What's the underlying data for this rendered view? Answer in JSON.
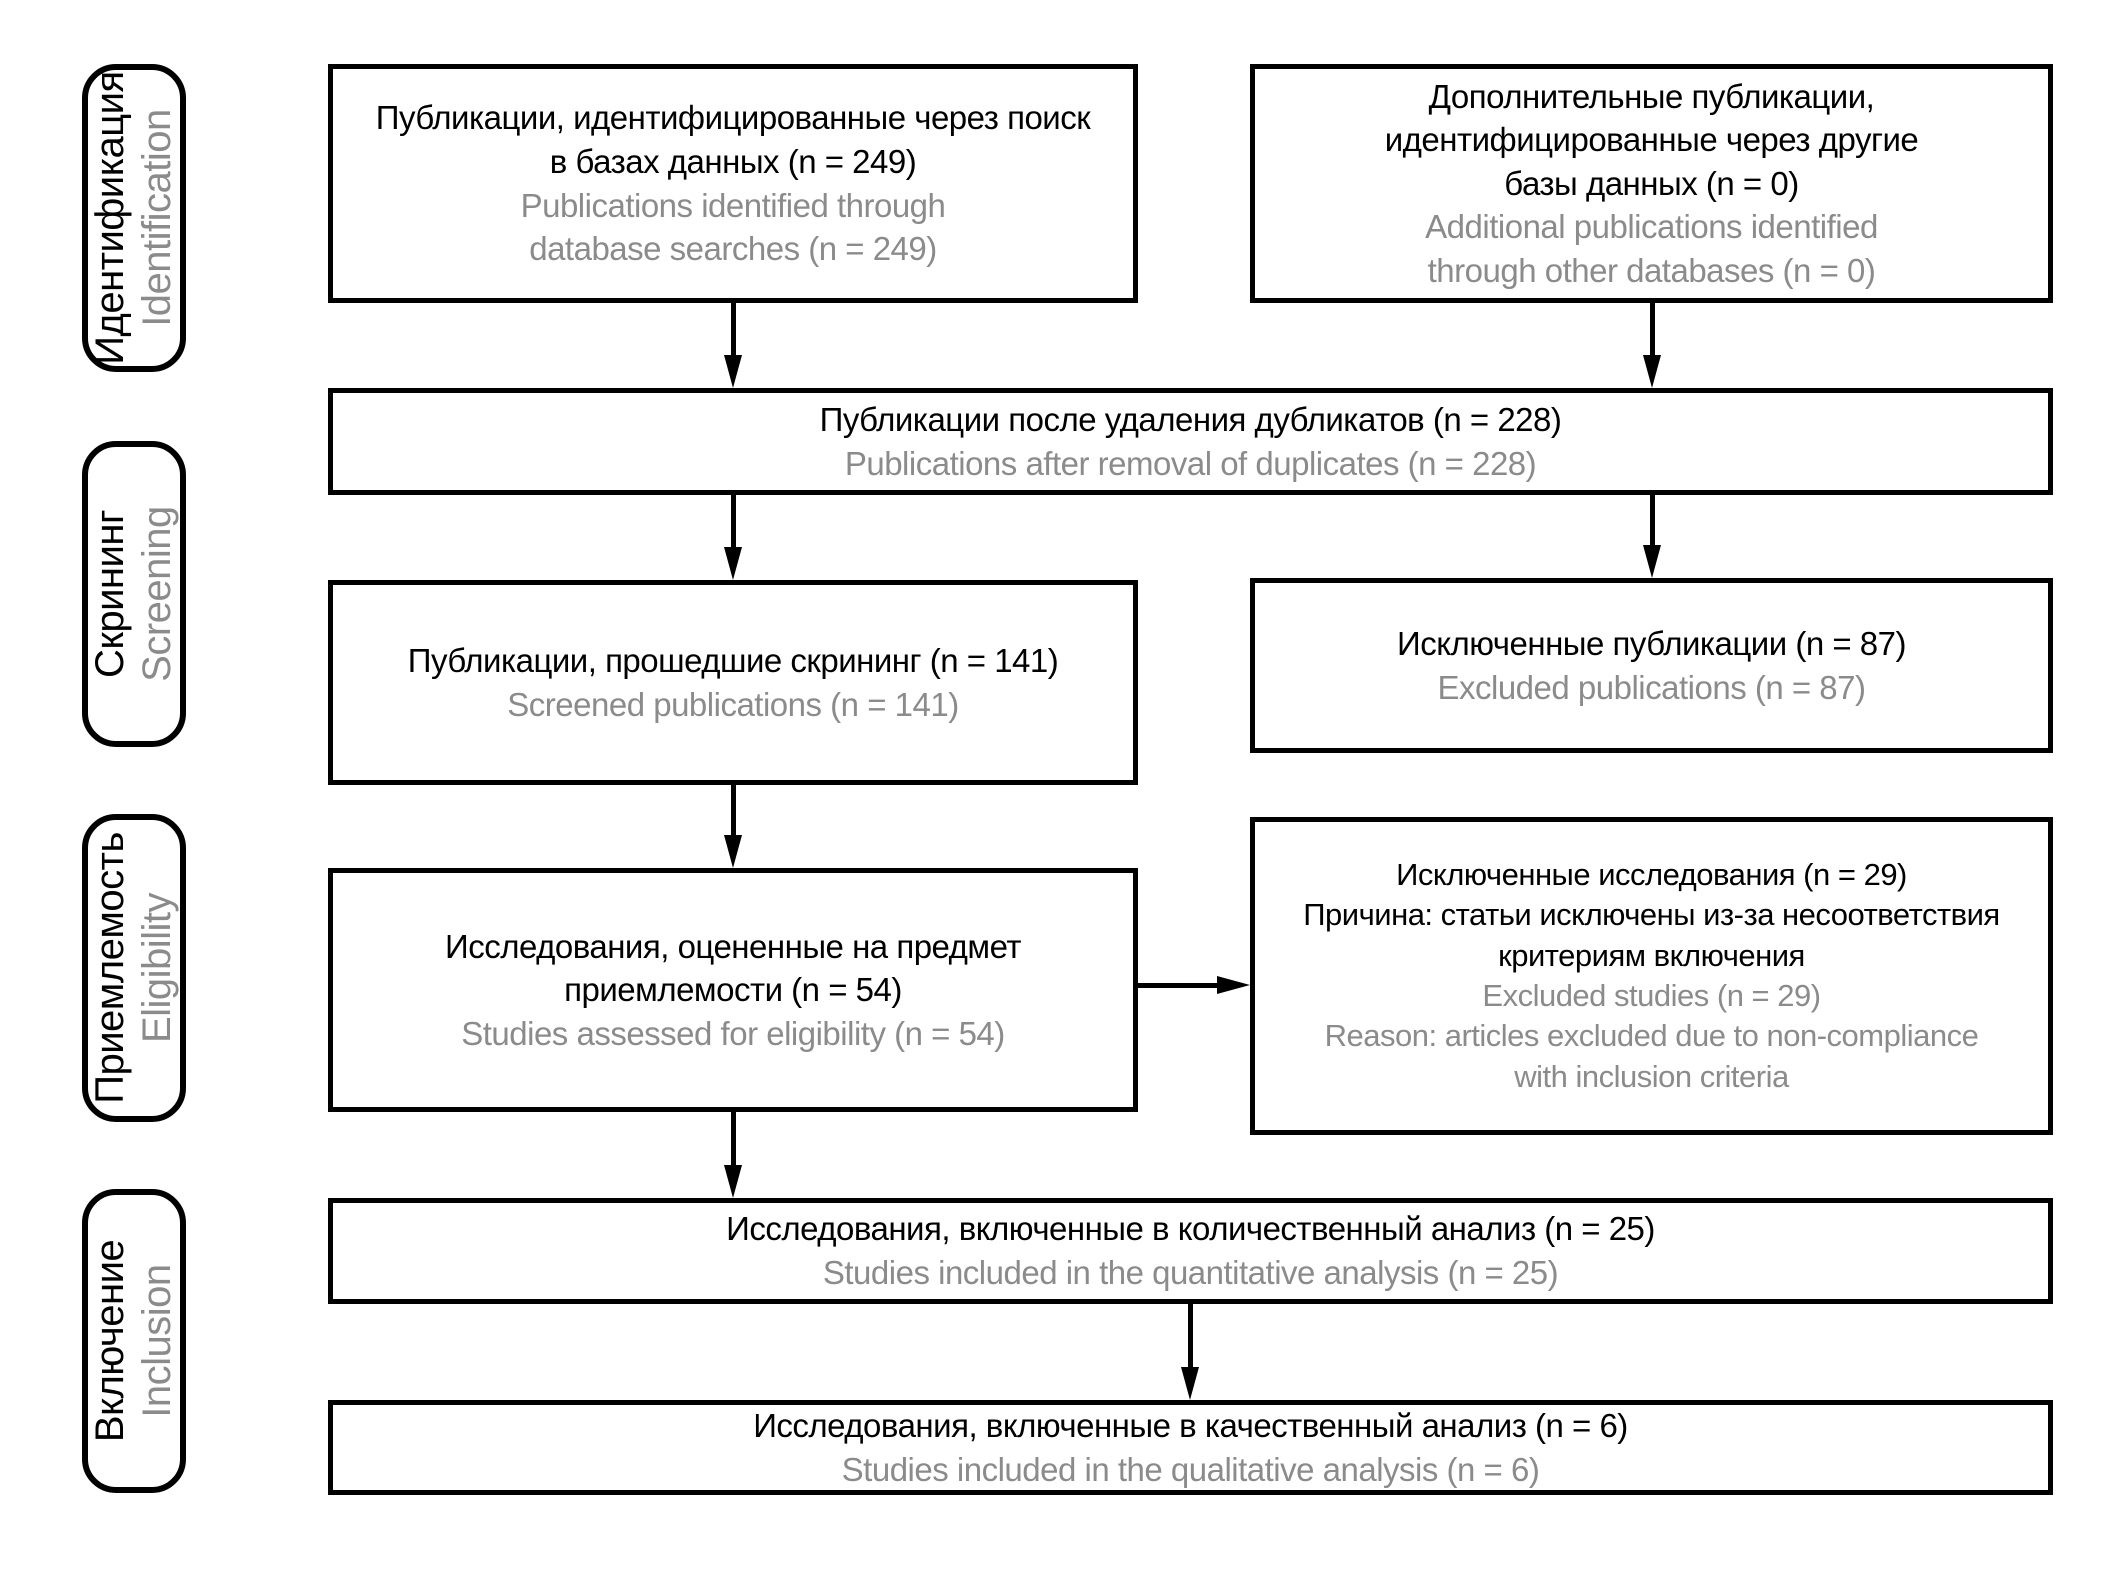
{
  "colors": {
    "background": "#ffffff",
    "text_primary": "#000000",
    "text_secondary": "#8b8b8b",
    "line": "#000000"
  },
  "stages": [
    {
      "ru": "Идентификация",
      "en": "Identification"
    },
    {
      "ru": "Скрининг",
      "en": "Screening"
    },
    {
      "ru": "Приемлемость",
      "en": "Eligibility"
    },
    {
      "ru": "Включение",
      "en": "Inclusion"
    }
  ],
  "boxes": {
    "identified_db": {
      "ru": "Публикации, идентифицированные через поиск\nв базах данных (n = 249)",
      "en": "Publications identified through\ndatabase searches (n = 249)"
    },
    "additional_db": {
      "ru": "Дополнительные публикации,\nидентифицированные через другие\nбазы данных (n = 0)",
      "en": "Additional publications identified\nthrough other databases (n = 0)"
    },
    "after_duplicates": {
      "ru": "Публикации после удаления дубликатов (n = 228)",
      "en": "Publications after removal of duplicates (n = 228)"
    },
    "screened": {
      "ru": "Публикации, прошедшие скрининг (n = 141)",
      "en": "Screened publications (n = 141)"
    },
    "excluded_publications": {
      "ru": "Исключенные публикации (n = 87)",
      "en": "Excluded publications (n = 87)"
    },
    "assessed_eligibility": {
      "ru": "Исследования, оцененные на предмет\nприемлемости (n = 54)",
      "en": "Studies assessed for eligibility (n = 54)"
    },
    "excluded_studies": {
      "ru": "Исключенные исследования (n = 29)\nПричина: статьи исключены из-за несоответствия\nкритериям включения",
      "en": "Excluded studies (n = 29)\nReason: articles excluded due to non-compliance\nwith inclusion criteria"
    },
    "quantitative": {
      "ru": "Исследования, включенные в количественный анализ (n = 25)",
      "en": "Studies included in the quantitative analysis (n = 25)"
    },
    "qualitative": {
      "ru": "Исследования, включенные в качественный анализ (n = 6)",
      "en": "Studies included in the qualitative analysis (n = 6)"
    }
  }
}
